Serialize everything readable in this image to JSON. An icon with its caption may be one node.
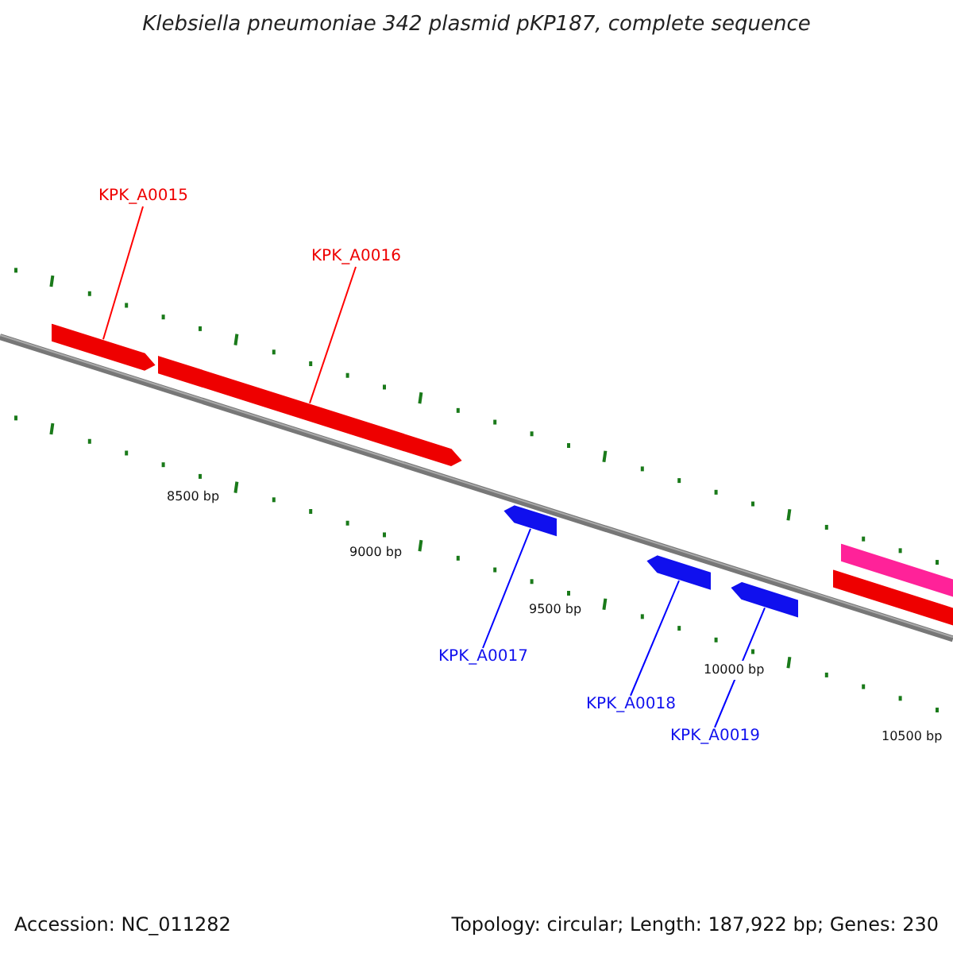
{
  "diagram": {
    "title": "Klebsiella pneumoniae 342 plasmid pKP187, complete sequence",
    "nodes": [
      {
        "text": [
          "KPK_A0015"
        ]
      },
      {
        "text": [
          "KPK_A0016"
        ]
      },
      {
        "text": [],
        "shape": "bar"
      },
      {
        "text": [],
        "shape": "bar"
      },
      {
        "text": [],
        "shape": "bar"
      },
      {
        "text": [],
        "shape": "bar"
      },
      {
        "text": [],
        "shape": "bar"
      },
      {
        "text": [],
        "shape": "bar"
      },
      {
        "text": [],
        "shape": "bar"
      },
      {
        "text": [
          "KPK_A0017"
        ]
      },
      {
        "text": [
          "KPK_A0018"
        ]
      },
      {
        "text": [
          "KPK_A0019"
        ]
      }
    ],
    "edges": [
      {
        "from": 0,
        "to": 2,
        "arrow": "none",
        "color": "#ff0000"
      },
      {
        "from": 1,
        "to": 3,
        "arrow": "none",
        "color": "#ff0000"
      },
      {
        "from": 9,
        "to": 5,
        "arrow": "none",
        "color": "#0000ff"
      },
      {
        "from": 10,
        "to": 7,
        "arrow": "none",
        "color": "#0000ff"
      },
      {
        "from": 11,
        "to": 8,
        "arrow": "none",
        "color": "#0000ff"
      }
    ],
    "labels": [
      "8500 bp",
      "9000 bp",
      "9500 bp",
      "10000 bp",
      "10500 bp",
      "Accession: NC_011282",
      "Topology: circular; Length: 187,922 bp; Genes: 230"
    ]
  }
}
